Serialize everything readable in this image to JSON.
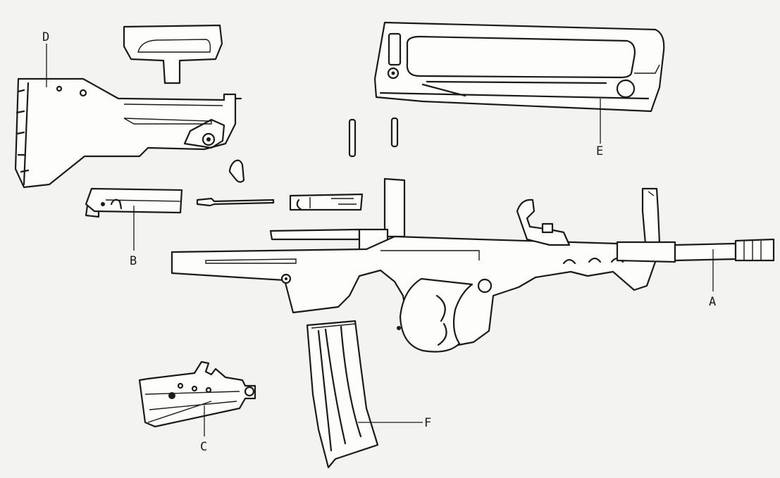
{
  "labels": {
    "A": "A",
    "B": "B",
    "C": "C",
    "D": "D",
    "E": "E",
    "F": "F"
  },
  "colors": {
    "ink": "#1b1b1b",
    "paper": "#f3f3f1"
  }
}
